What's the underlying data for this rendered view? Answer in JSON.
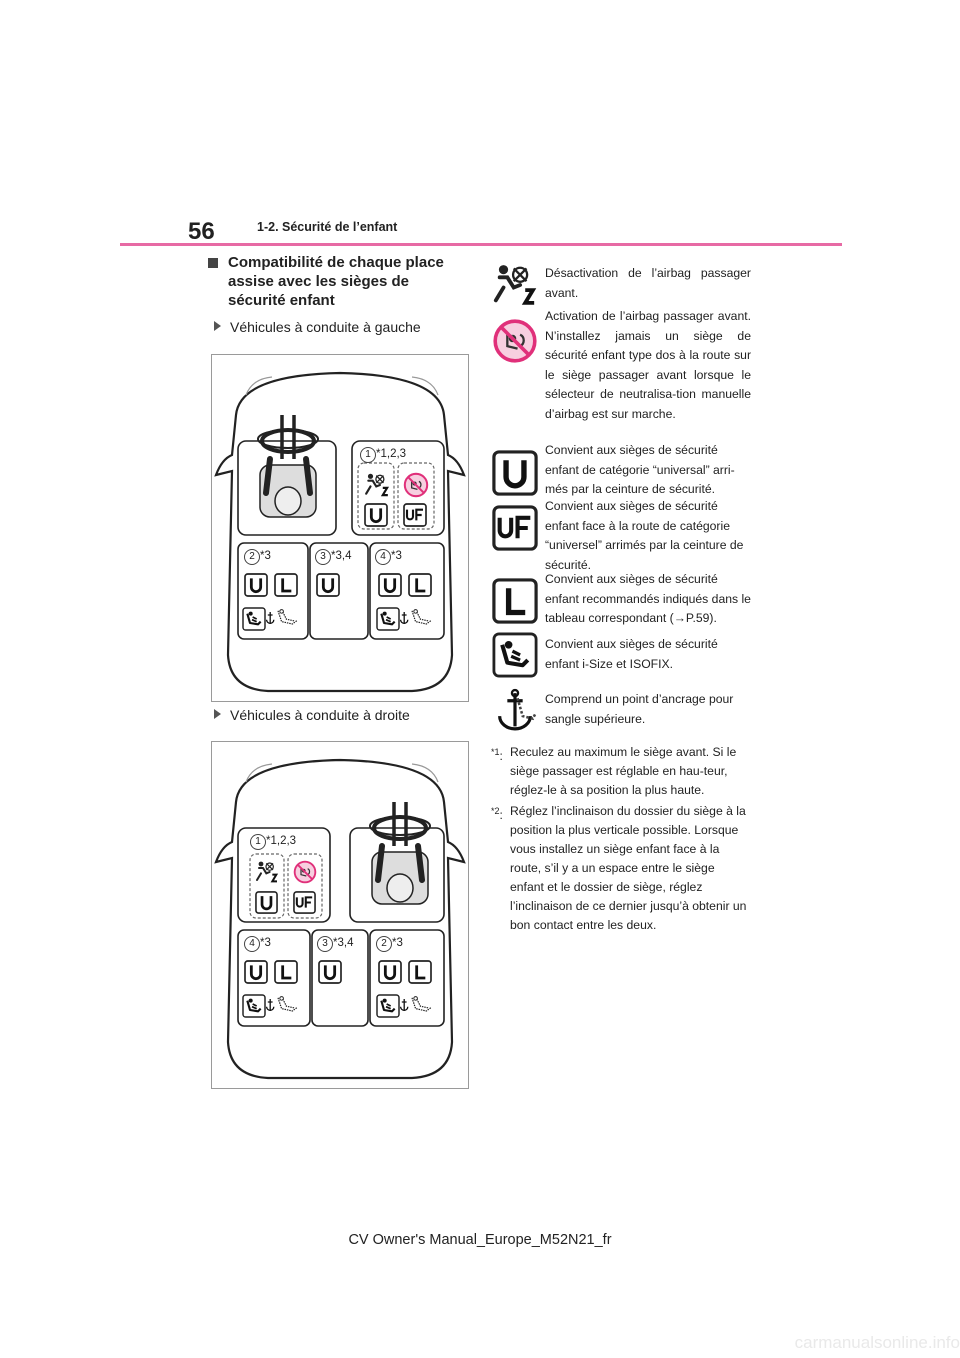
{
  "header": {
    "page_number": "56",
    "section": "1-2. Sécurité de l’enfant"
  },
  "heading": "Compatibilité de chaque place assise avec les sièges de sécurité enfant",
  "subheadings": {
    "lhd": "Véhicules à conduite à gauche",
    "rhd": "Véhicules à conduite à droite"
  },
  "diagram_lhd": {
    "front_seat": {
      "number": "1",
      "notes": "*1,2,3"
    },
    "rear_left": {
      "number": "2",
      "notes": "*3"
    },
    "rear_center": {
      "number": "3",
      "notes": "*3,4"
    },
    "rear_right": {
      "number": "4",
      "notes": "*3"
    }
  },
  "diagram_rhd": {
    "front_seat": {
      "number": "1",
      "notes": "*1,2,3"
    },
    "rear_left": {
      "number": "4",
      "notes": "*3"
    },
    "rear_center": {
      "number": "3",
      "notes": "*3,4"
    },
    "rear_right": {
      "number": "2",
      "notes": "*3"
    }
  },
  "badges": {
    "u": "U",
    "uf": "UF",
    "l": "L",
    "two": "2"
  },
  "legend": [
    {
      "icon": "airbag-off-icon",
      "text": "Désactivation de l’airbag passager avant."
    },
    {
      "icon": "airbag-on-prohibited-icon",
      "text": "Activation de l’airbag passager avant. N’installez jamais un siège de sécurité enfant type dos à la route sur le siège passager avant lorsque le sélecteur de neutralisa-tion manuelle d’airbag est sur marche."
    },
    {
      "icon": "u-badge",
      "text": "Convient aux sièges de sécurité enfant de catégorie “universal” arri-més par la ceinture de sécurité."
    },
    {
      "icon": "uf-badge",
      "text": "Convient aux sièges de sécurité enfant face à la route de catégorie “universel” arrimés par la ceinture de sécurité."
    },
    {
      "icon": "l-badge",
      "text": "Convient aux sièges de sécurité enfant recommandés indiqués dans le tableau correspondant (→P.59)."
    },
    {
      "icon": "isofix-seat-icon",
      "text": "Convient aux sièges de sécurité enfant i-Size et ISOFIX."
    },
    {
      "icon": "top-tether-anchor-icon",
      "text": "Comprend un point d’ancrage pour sangle supérieure."
    }
  ],
  "footnotes": [
    {
      "mark": "*",
      "num": "1",
      "text": "Reculez au maximum le siège avant. Si le siège passager est réglable en hau-teur, réglez-le à sa position la plus haute."
    },
    {
      "mark": "*",
      "num": "2",
      "text": "Réglez l’inclinaison du dossier du siège à la position la plus verticale possible. Lorsque vous installez un siège enfant face à la route, s’il y a un espace entre le siège enfant et le dossier de siège, réglez l’inclinaison de ce dernier jusqu’à obtenir un bon contact entre les deux."
    }
  ],
  "footer": "CV Owner's Manual_Europe_M52N21_fr",
  "watermark": "carmanualsonline.info",
  "colors": {
    "accent_rule": "#e76aa4",
    "prohibit_red": "#e0307a",
    "prohibit_fill": "#f7cfe0"
  }
}
